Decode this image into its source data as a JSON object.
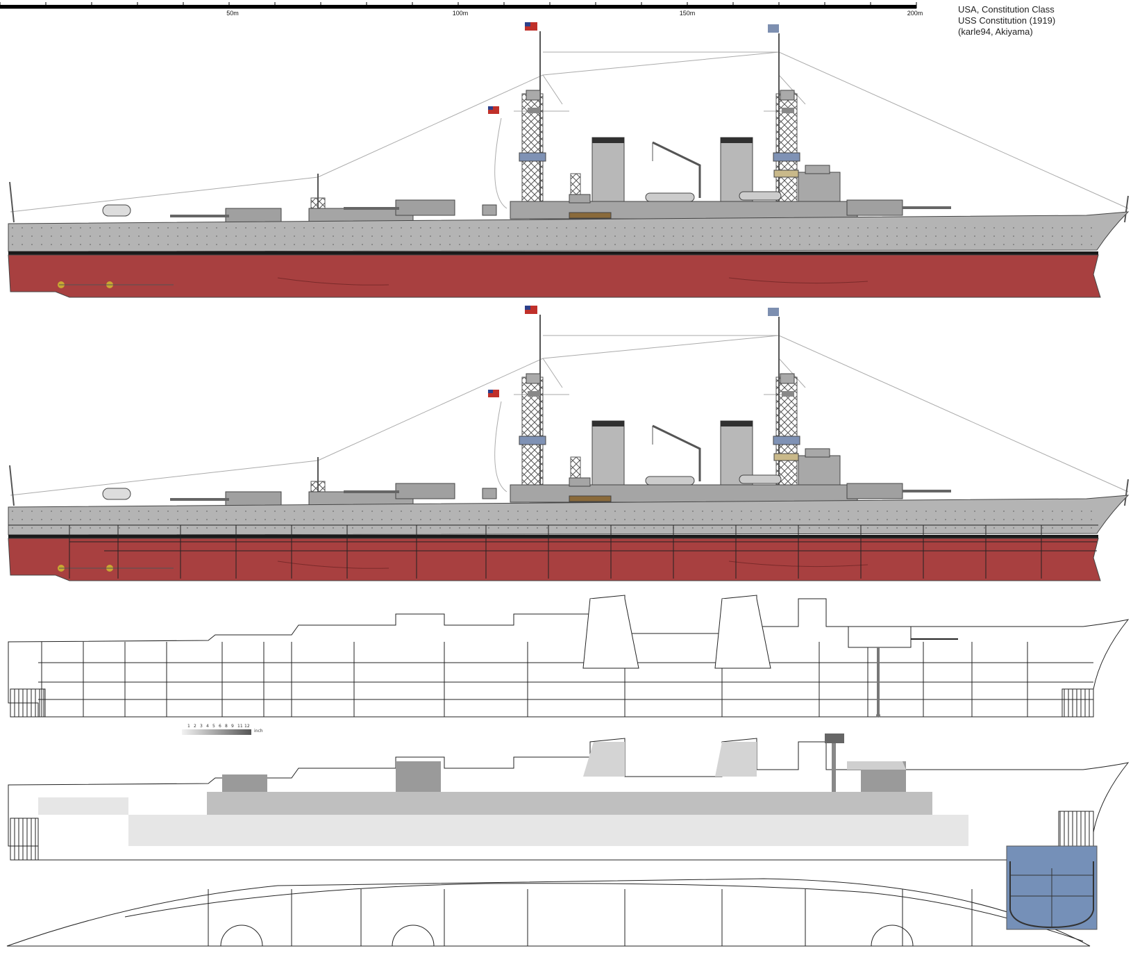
{
  "title": {
    "line1": "USA, Constitution Class",
    "line2": "USS Constitution (1919)",
    "line3": "(karle94, Akiyama)"
  },
  "scale_bar": {
    "labels": [
      "50m",
      "100m",
      "150m",
      "200m"
    ]
  },
  "armor_scale": {
    "ticks": [
      "1",
      "2",
      "3",
      "4",
      "5",
      "6",
      "8",
      "9",
      "11",
      "12"
    ],
    "unit": "inch"
  },
  "colors": {
    "hull_red": "#a84040",
    "hull_grey": "#b4b4b4",
    "deck_grey": "#9e9e9e",
    "boot_top": "#1a1a1a",
    "funnel_grey": "#b8b8b8",
    "funnel_cap": "#303030",
    "armor_heavy": "#9a9a9a",
    "armor_medium": "#bfbfbf",
    "armor_light": "#e6e6e6",
    "section_blue": "#7590b8",
    "flag_red": "#c0302a",
    "flag_blue": "#2c3f8a"
  }
}
